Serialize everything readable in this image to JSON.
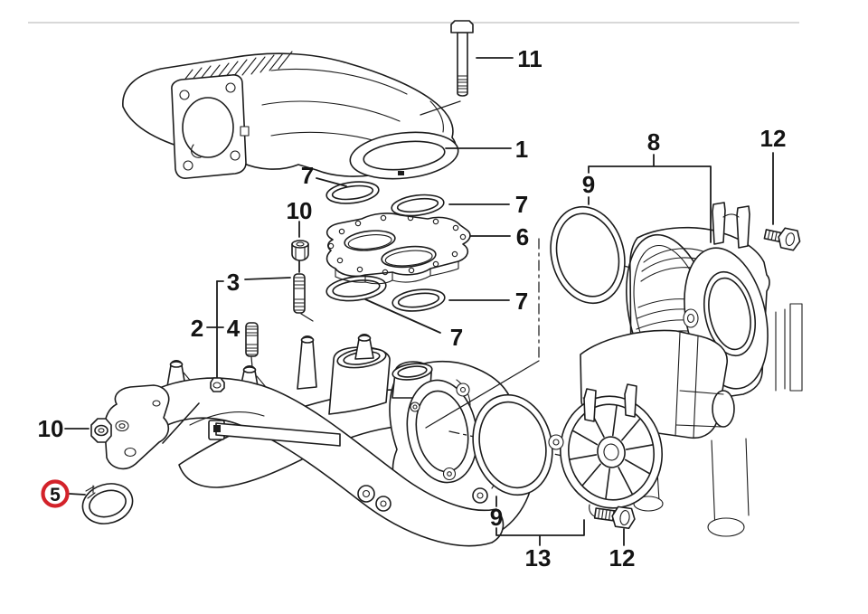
{
  "diagram": {
    "background": "#ffffff",
    "ink": "#1c1c1c",
    "highlight_color": "#d3222a",
    "top_rule_color": "#cccccc",
    "highlighted_callout": "5",
    "callouts": [
      {
        "label": "1"
      },
      {
        "label": "2"
      },
      {
        "label": "3"
      },
      {
        "label": "4"
      },
      {
        "label": "5"
      },
      {
        "label": "6"
      },
      {
        "label": "7"
      },
      {
        "label": "7"
      },
      {
        "label": "7"
      },
      {
        "label": "7"
      },
      {
        "label": "8"
      },
      {
        "label": "9"
      },
      {
        "label": "9"
      },
      {
        "label": "10"
      },
      {
        "label": "10"
      },
      {
        "label": "11"
      },
      {
        "label": "12"
      },
      {
        "label": "12"
      },
      {
        "label": "13"
      }
    ]
  }
}
